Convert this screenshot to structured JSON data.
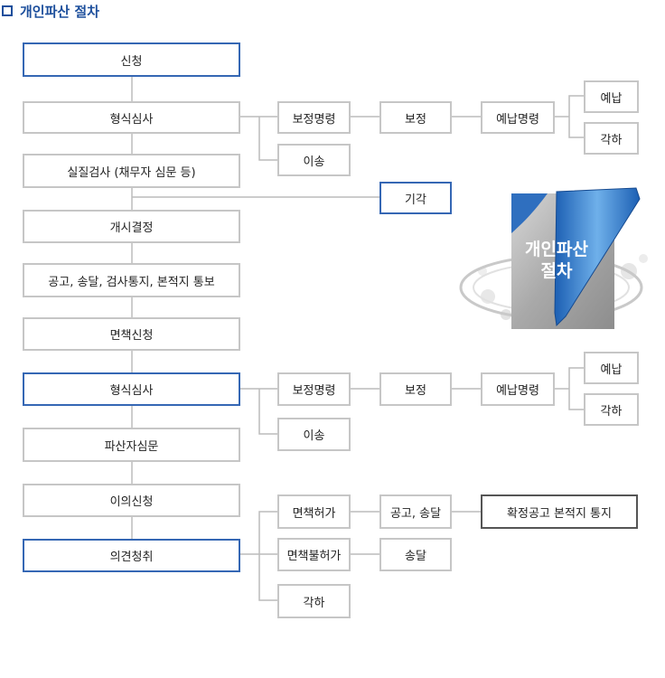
{
  "title": "개인파산 절차",
  "steps": {
    "apply": "신청",
    "formal_review_1": "형식심사",
    "correction_order_1": "보정명령",
    "correction_1": "보정",
    "deposit_order_1": "예납명령",
    "deposit_1": "예납",
    "dismiss_1": "각하",
    "transfer_1": "이송",
    "substantive_review": "실질검사 (채무자 심문 등)",
    "rejection": "기각",
    "commencement": "개시결정",
    "public_notice": "공고, 송달, 검사통지, 본적지 통보",
    "exemption_apply": "면책신청",
    "formal_review_2": "형식심사",
    "correction_order_2": "보정명령",
    "correction_2": "보정",
    "deposit_order_2": "예납명령",
    "deposit_2": "예납",
    "dismiss_2": "각하",
    "transfer_2": "이송",
    "bankrupt_hearing": "파산자심문",
    "objection_apply": "이의신청",
    "opinion_hearing": "의견청취",
    "exemption_granted": "면책허가",
    "notice_delivery": "공고, 송달",
    "final_notice": "확정공고 본적지 통지",
    "exemption_denied": "면책불허가",
    "delivery": "송달",
    "dismiss_3": "각하"
  },
  "illustration": {
    "line1": "개인파산",
    "line2": "절차"
  },
  "colors": {
    "title": "#1d4f9c",
    "blue_border": "#3567b4",
    "gray_border": "#c6c6c6",
    "dark_border": "#555555",
    "connector": "#bcbcbc"
  }
}
